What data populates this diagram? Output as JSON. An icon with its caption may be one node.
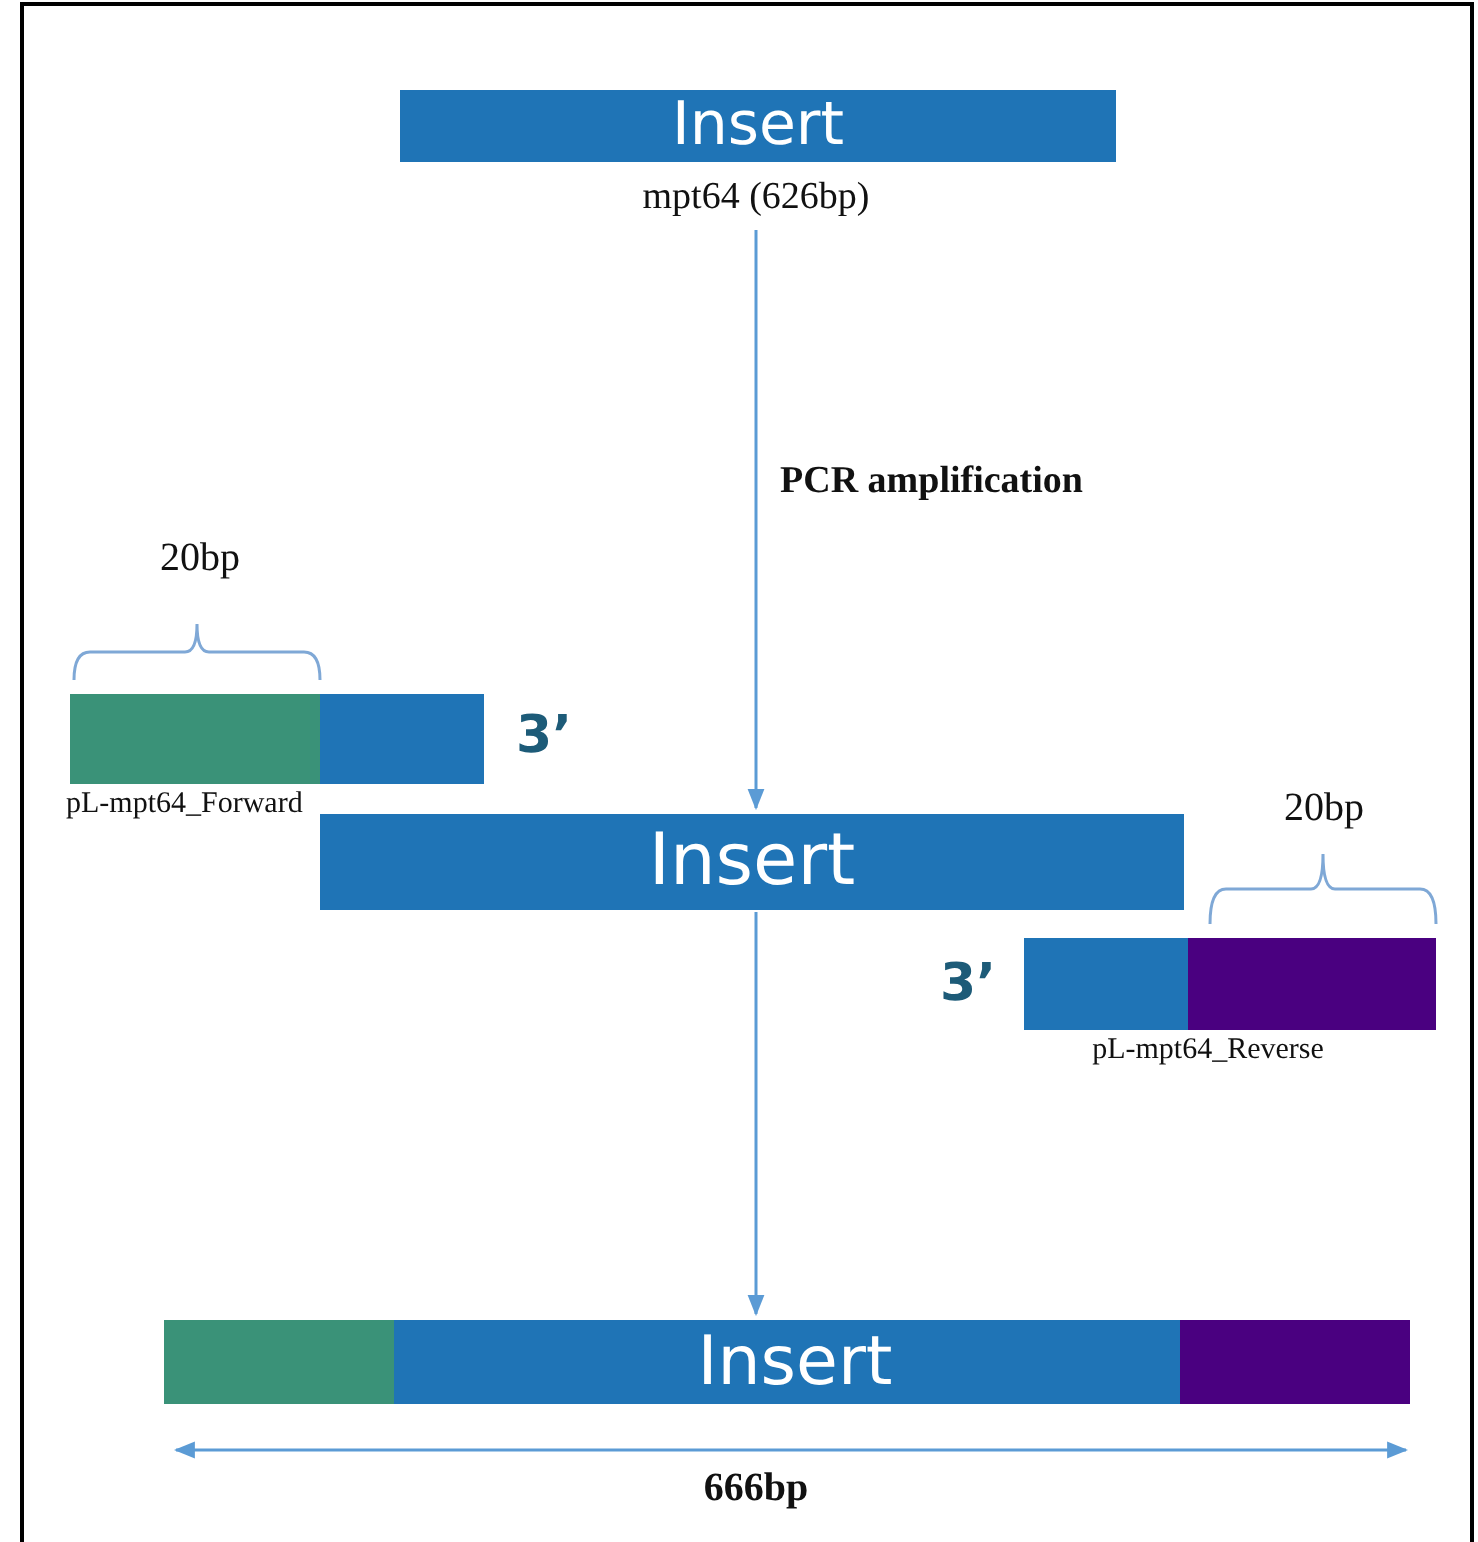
{
  "diagram": {
    "nodes": [
      {
        "text": [
          "Insert"
        ],
        "beside": [
          "mpt64 (626bp)"
        ]
      },
      {
        "text": [],
        "shape": "bar",
        "beside": [
          "3’",
          "pL-mpt64_Forward"
        ]
      },
      {
        "text": [
          "Insert"
        ]
      },
      {
        "text": [],
        "shape": "bar",
        "beside": [
          "3’",
          "pL-mpt64_Reverse"
        ]
      },
      {
        "text": [
          "Insert"
        ]
      }
    ],
    "edges": [
      {
        "from": 0,
        "to": 2,
        "arrow": "to",
        "label": "PCR amplification"
      },
      {
        "from": 2,
        "to": 4,
        "arrow": "to"
      }
    ],
    "labels": [
      "20bp",
      "20bp",
      "666bp"
    ]
  }
}
